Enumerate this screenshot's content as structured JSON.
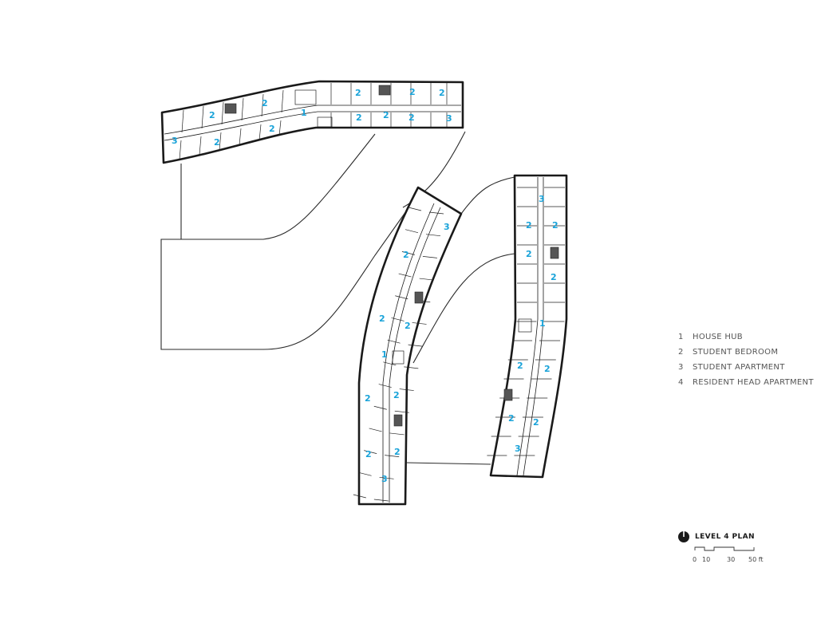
{
  "legend": [
    {
      "num": "1",
      "label": "HOUSE HUB"
    },
    {
      "num": "2",
      "label": "STUDENT BEDROOM"
    },
    {
      "num": "3",
      "label": "STUDENT APARTMENT"
    },
    {
      "num": "4",
      "label": "RESIDENT HEAD APARTMENT"
    }
  ],
  "title": "LEVEL 4 PLAN",
  "scale": {
    "labels": [
      "0",
      "10",
      "30",
      "50 ft"
    ]
  },
  "colors": {
    "tag": "#1aa3d9",
    "line": "#1a1a1a"
  },
  "north_arrow": "north-arrow-icon",
  "room_tags": {
    "north_wing": [
      "3",
      "2",
      "2",
      "2",
      "2",
      "1",
      "2",
      "2",
      "2",
      "2",
      "2",
      "2",
      "3"
    ],
    "middle_wing": [
      "3",
      "2",
      "2",
      "2",
      "1",
      "2",
      "2",
      "2",
      "2",
      "3"
    ],
    "east_wing": [
      "3",
      "2",
      "2",
      "2",
      "2",
      "1",
      "2",
      "2",
      "2",
      "2",
      "3"
    ]
  }
}
